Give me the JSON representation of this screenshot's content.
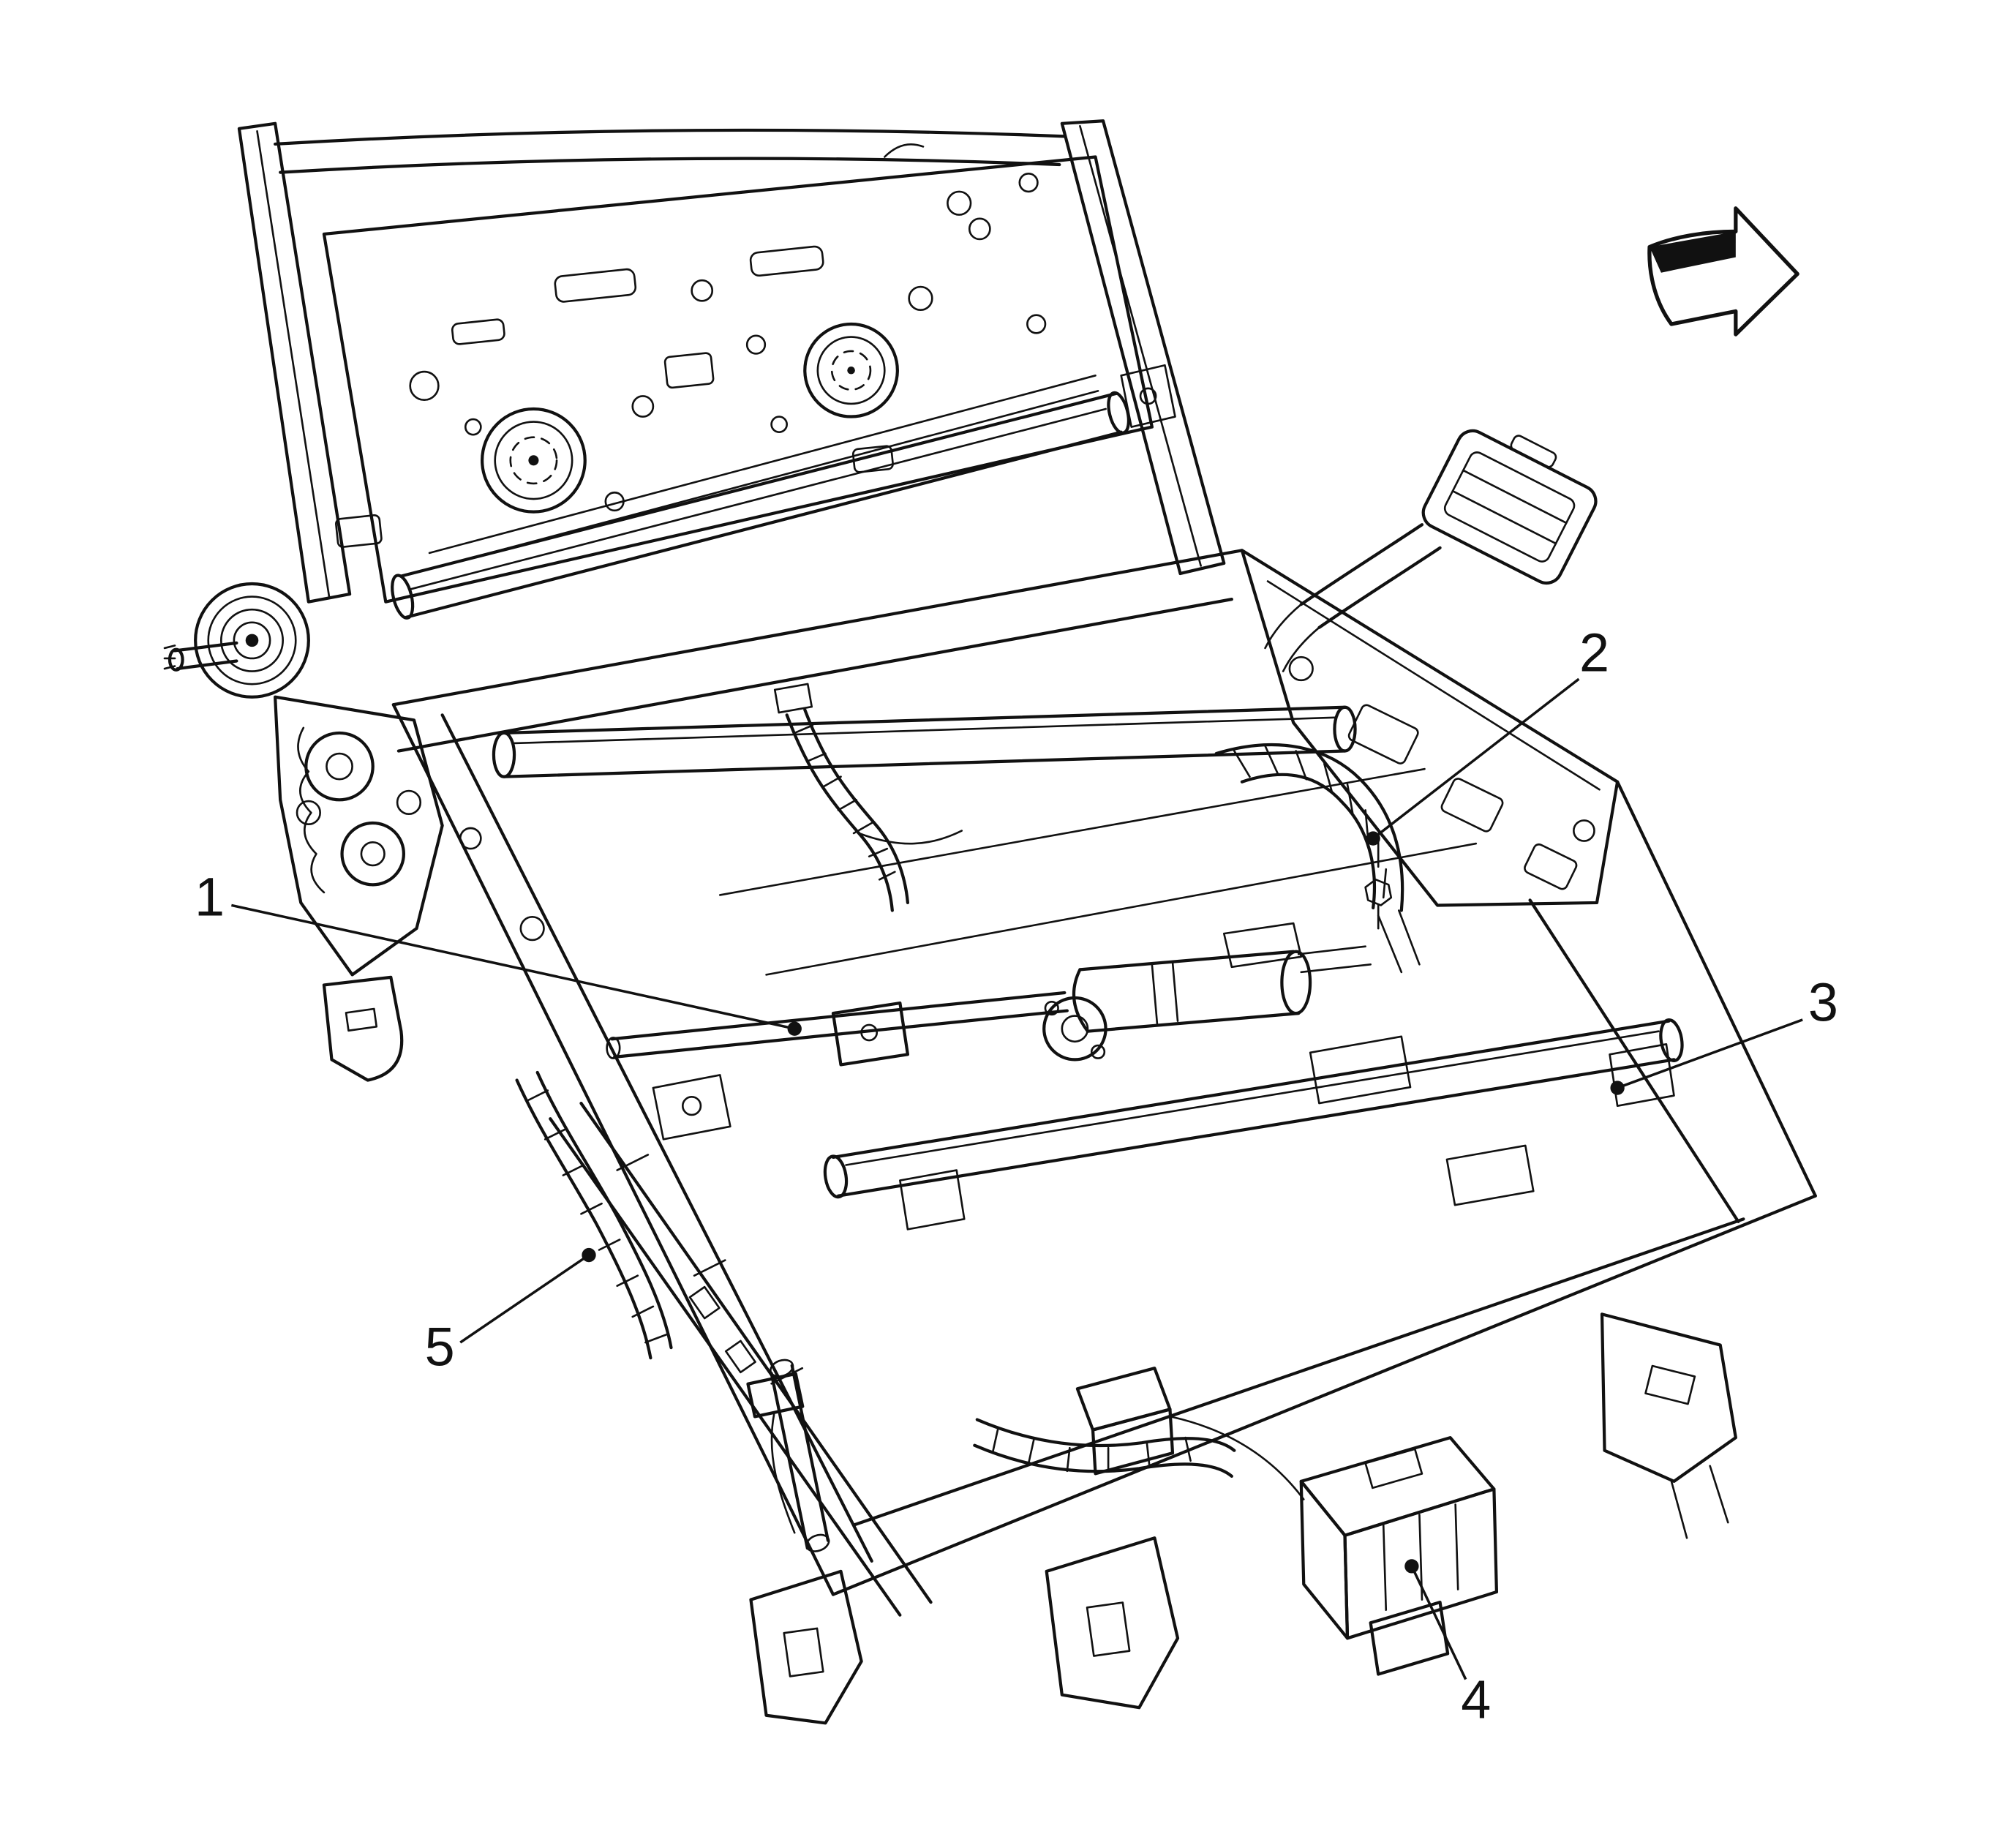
{
  "colors": {
    "background": "#ffffff",
    "line": "#111111"
  },
  "figure": {
    "callouts": [
      {
        "label": "1"
      },
      {
        "label": "2"
      },
      {
        "label": "3"
      },
      {
        "label": "4"
      },
      {
        "label": "5"
      }
    ],
    "icons": [
      {
        "name": "direction-arrow-icon"
      }
    ]
  }
}
